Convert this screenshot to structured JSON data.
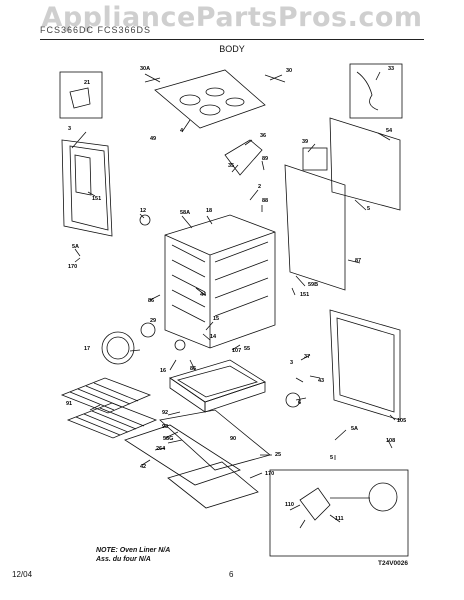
{
  "watermark": "AppliancePartsPros.com",
  "header_text": "FCS366DC FCS366DS",
  "section_title": "BODY",
  "callouts": [
    "21",
    "3",
    "151",
    "12",
    "5A",
    "170",
    "30A",
    "4",
    "49",
    "30",
    "36",
    "35",
    "89",
    "2",
    "58A",
    "18",
    "88",
    "44",
    "86",
    "29",
    "15",
    "14",
    "107",
    "17",
    "16",
    "86",
    "55",
    "39",
    "33",
    "54",
    "5",
    "87",
    "59B",
    "151",
    "37",
    "3",
    "43",
    "6",
    "91",
    "92",
    "93",
    "58G",
    "90",
    "264",
    "42",
    "25",
    "170",
    "5A",
    "5",
    "105",
    "108",
    "110",
    "111"
  ],
  "note_line1": "NOTE: Oven Liner N/A",
  "note_line2": "Ass. du four N/A",
  "diagram_code": "T24V0026",
  "footer_date": "12/04",
  "footer_page": "6"
}
